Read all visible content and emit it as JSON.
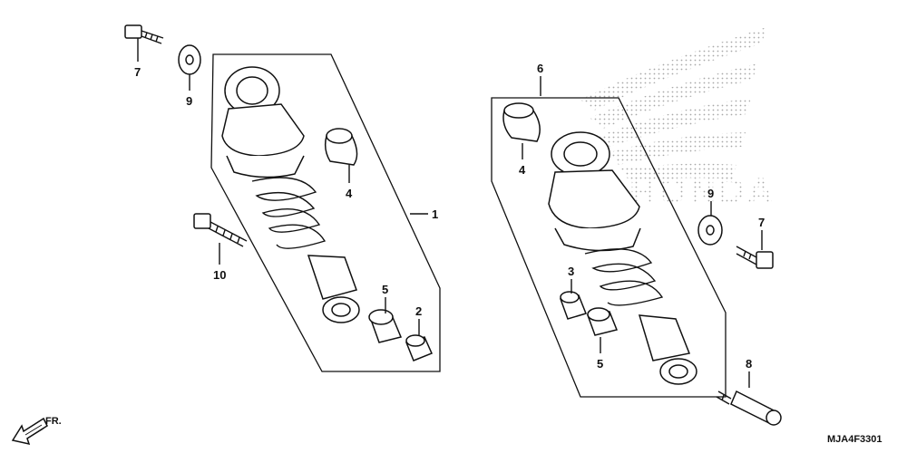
{
  "diagram": {
    "callouts": [
      "7",
      "9",
      "1",
      "4",
      "10",
      "5",
      "2",
      "6",
      "4",
      "9",
      "7",
      "3",
      "5",
      "8"
    ],
    "direction_label": "FR.",
    "diagram_code": "MJA4F3301",
    "logo_text": "HONDA"
  }
}
